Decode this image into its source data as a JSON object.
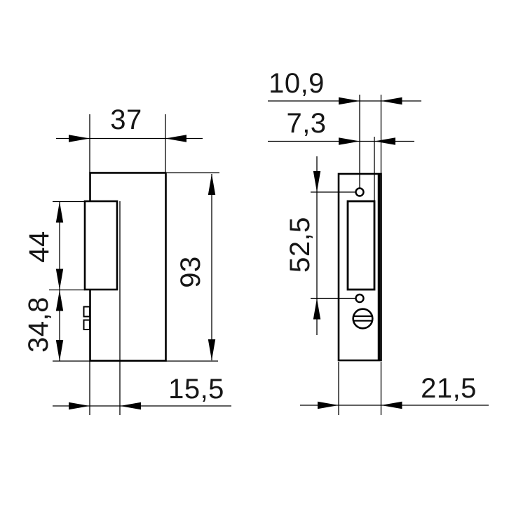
{
  "drawing": {
    "type": "technical-dimension-drawing",
    "subject": "electric-door-strike",
    "background_color": "#ffffff",
    "line_color": "#000000",
    "text_color": "#161616",
    "views": {
      "side": {
        "label": "side-view",
        "dims": {
          "body_width": "37",
          "body_height": "93",
          "latch_height": "44",
          "lower_section_height": "34,8",
          "latch_depth": "15,5"
        }
      },
      "front": {
        "label": "faceplate-front-view",
        "dims": {
          "depth_total": "10,9",
          "depth_inner": "7,3",
          "hole_spacing": "52,5",
          "faceplate_width": "21,5"
        }
      }
    }
  }
}
